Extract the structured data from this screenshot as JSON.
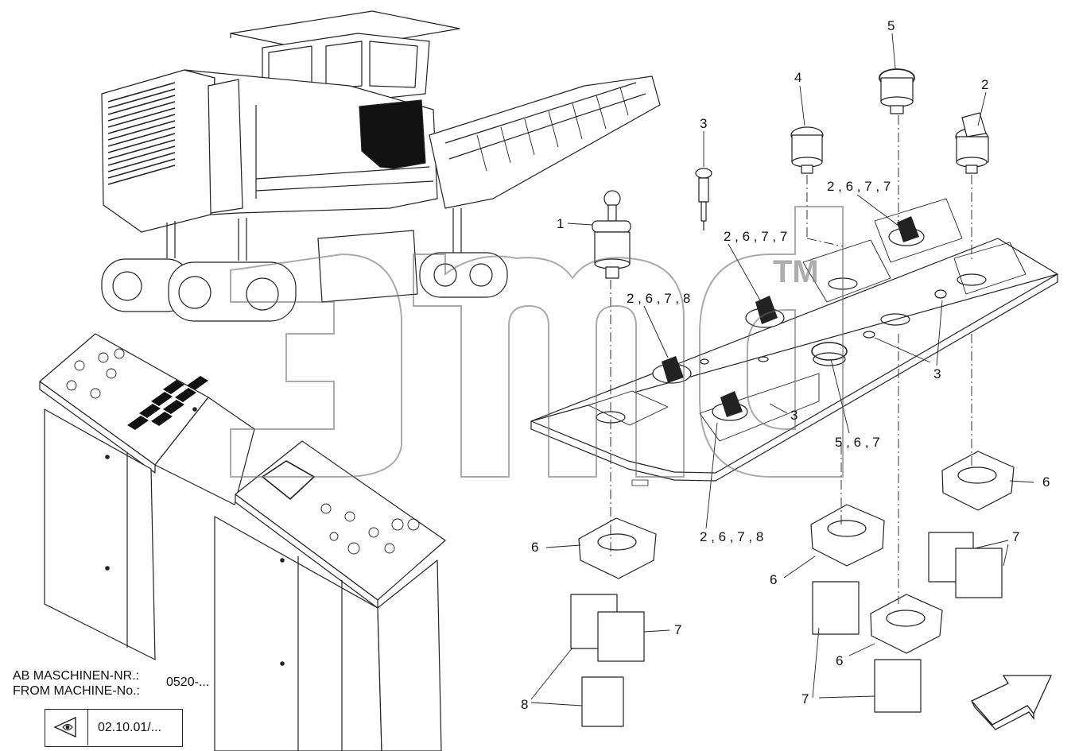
{
  "labels": [
    {
      "id": "l1",
      "text": "1"
    },
    {
      "id": "l2",
      "text": "2"
    },
    {
      "id": "l3a",
      "text": "3"
    },
    {
      "id": "l3b",
      "text": "3"
    },
    {
      "id": "l3c",
      "text": "3"
    },
    {
      "id": "l4",
      "text": "4"
    },
    {
      "id": "l5",
      "text": "5"
    },
    {
      "id": "l2678a",
      "text": "2 , 6 , 7 , 8"
    },
    {
      "id": "l2677a",
      "text": "2 , 6 , 7 , 7"
    },
    {
      "id": "l2677b",
      "text": "2 , 6 , 7 , 7"
    },
    {
      "id": "l567",
      "text": "5 , 6 , 7"
    },
    {
      "id": "l2678b",
      "text": "2 , 6 , 7 , 8"
    },
    {
      "id": "l6a",
      "text": "6"
    },
    {
      "id": "l6b",
      "text": "6"
    },
    {
      "id": "l6c",
      "text": "6"
    },
    {
      "id": "l6d",
      "text": "6"
    },
    {
      "id": "l7a",
      "text": "7"
    },
    {
      "id": "l7b",
      "text": "7"
    },
    {
      "id": "l7c",
      "text": "7"
    },
    {
      "id": "l8",
      "text": "8"
    }
  ],
  "info": {
    "ab_label": "AB MASCHINEN-NR.:",
    "from_label": "FROM MACHINE-No.:",
    "machine_no": "0520-...",
    "ref_code": "02.10.01/...",
    "watermark_tm": "TM"
  },
  "icons": {
    "view_icon": "eye-view-icon",
    "arrow_icon": "orientation-arrow-icon"
  }
}
